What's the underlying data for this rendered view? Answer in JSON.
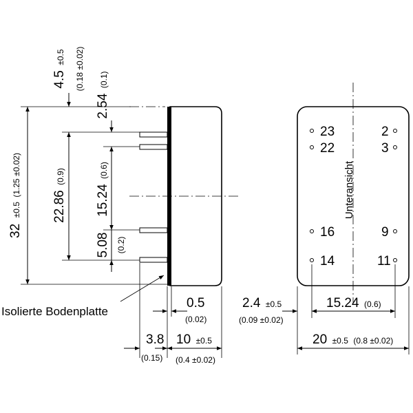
{
  "dimensions": {
    "d_4_5": {
      "value": "4.5",
      "tol": "±0.5",
      "inch": "(0.18 ±0.02)"
    },
    "d_2_54": {
      "value": "2.54",
      "inch": "(0.1)"
    },
    "d_32": {
      "value": "32",
      "tol": "±0.5",
      "inch": "(1.25 ±0.02)"
    },
    "d_22_86": {
      "value": "22.86",
      "inch": "(0.9)"
    },
    "d_15_24_side": {
      "value": "15.24",
      "inch": "(0.6)"
    },
    "d_5_08": {
      "value": "5.08",
      "inch": "(0.2)"
    },
    "d_0_5": {
      "value": "0.5",
      "inch": "(0.02)"
    },
    "d_3_8": {
      "value": "3.8",
      "inch": "(0.15)"
    },
    "d_10": {
      "value": "10",
      "tol": "±0.5",
      "inch": "(0.4 ±0.02)"
    },
    "d_2_4": {
      "value": "2.4",
      "tol": "±0.5",
      "inch": "(0.09 ±0.02)"
    },
    "d_15_24_bottom": {
      "value": "15.24",
      "inch": "(0.6)"
    },
    "d_20": {
      "value": "20",
      "tol": "±0.5",
      "inch": "(0.8 ±0.02)"
    }
  },
  "labels": {
    "base_plate": "Isolierte Bodenplatte",
    "bottom_view": "Unteransicht"
  },
  "pins": {
    "p23": "23",
    "p22": "22",
    "p16": "16",
    "p14": "14",
    "p2": "2",
    "p3": "3",
    "p9": "9",
    "p11": "11"
  }
}
